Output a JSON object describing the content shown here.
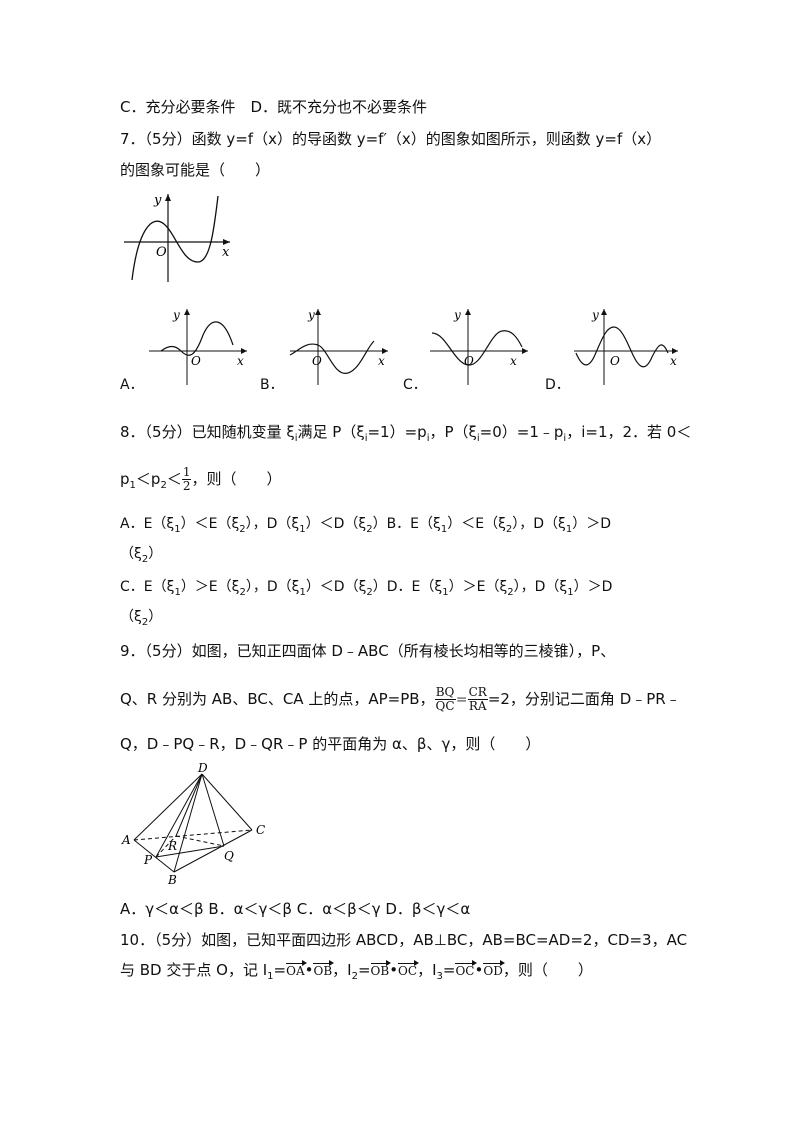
{
  "lines": {
    "l1": "C．充分必要条件　D．既不充分也不必要条件",
    "q7a": "7．（5分）函数 y=f（x）的导函数 y=f′（x）的图象如图所示，则函数 y=f（x）",
    "q7b": "的图象可能是（　　）",
    "q8a": "8．（5分）已知随机变量 ξ",
    "q8a2": "满足 P（ξ",
    "q8a3": "=1）=p",
    "q8a4": "，P（ξ",
    "q8a5": "=0）=1﹣p",
    "q8a6": "，i=1，2．若 0＜",
    "q8b1": "p",
    "q8b2": "＜p",
    "q8b3": "＜",
    "q8b4": "，则（　　）",
    "q8_A": "A．E（ξ",
    "q8_A2": "）＜E（ξ",
    "q8_A3": "），D（ξ",
    "q8_A4": "）＜D（ξ",
    "q8_A5": "）B．E（ξ",
    "q8_A6": "）＜E（ξ",
    "q8_A7": "），D（ξ",
    "q8_A8": "）＞D",
    "q8_A9": "（ξ",
    "q8_A10": "）",
    "q8_C": "C．E（ξ",
    "q8_C2": "）＞E（ξ",
    "q8_C3": "），D（ξ",
    "q8_C4": "）＜D（ξ",
    "q8_C5": "）D．E（ξ",
    "q8_C6": "）＞E（ξ",
    "q8_C7": "），D（ξ",
    "q8_C8": "）＞D",
    "q8_C9": "（ξ",
    "q8_C10": "）",
    "q9a": "9．（5分）如图，已知正四面体 D﹣ABC（所有棱长均相等的三棱锥），P、",
    "q9b1": "Q、R 分别为 AB、BC、CA 上的点，AP=PB，",
    "q9b2": "=2，分别记二面角 D﹣PR﹣",
    "q9c": "Q，D﹣PQ﹣R，D﹣QR﹣P 的平面角为 α、β、γ，则（　　）",
    "q9opt": "A．γ＜α＜β B．α＜γ＜β C．α＜β＜γ D．β＜γ＜α",
    "q10a": "10．（5分）如图，已知平面四边形 ABCD，AB⊥BC，AB=BC=AD=2，CD=3，AC",
    "q10b1": "与 BD 交于点 O，记 I",
    "q10b2": "=",
    "q10b3": "，I",
    "q10b4": "=",
    "q10b5": "，I",
    "q10b6": "=",
    "q10b7": "，则（　　）"
  },
  "subs": {
    "i": "i",
    "one": "1",
    "two": "2",
    "three": "3"
  },
  "frac": {
    "half_n": "1",
    "half_d": "2",
    "bq": "BQ",
    "qc": "QC",
    "cr": "CR",
    "ra": "RA",
    "eq": "＝"
  },
  "vec": {
    "oa": "OA",
    "ob": "OB",
    "oc": "OC",
    "od": "OD",
    "dot": "•"
  },
  "opts": {
    "A": "A．",
    "B": "B．",
    "C": "C．",
    "D": "D．"
  },
  "axis": {
    "x": "x",
    "y": "y",
    "o": "O"
  },
  "tetra": {
    "D": "D",
    "A": "A",
    "C": "C",
    "R": "R",
    "P": "P",
    "Q": "Q",
    "B": "B"
  }
}
